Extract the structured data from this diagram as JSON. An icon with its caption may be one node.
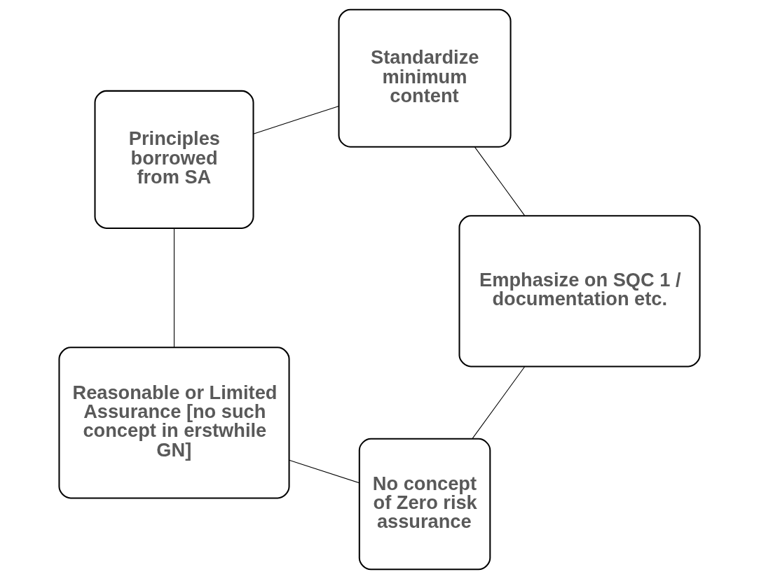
{
  "diagram": {
    "nodes": [
      {
        "text": [
          "No concept of Zero risk assurance"
        ]
      },
      {
        "text": [
          "Reasonable or Limited Assurance [no such concept in erstwhile GN]"
        ]
      },
      {
        "text": [
          "Principles borrowed from SA"
        ]
      },
      {
        "text": [
          "Standardize minimum content"
        ]
      },
      {
        "text": [
          "Emphasize on SQC 1 / documentation etc."
        ]
      }
    ],
    "edges": [
      {
        "from": 0,
        "to": 1,
        "arrow": "none"
      },
      {
        "from": 1,
        "to": 2,
        "arrow": "none"
      },
      {
        "from": 2,
        "to": 3,
        "arrow": "none"
      },
      {
        "from": 3,
        "to": 4,
        "arrow": "none"
      },
      {
        "from": 4,
        "to": 0,
        "arrow": "none"
      }
    ]
  }
}
